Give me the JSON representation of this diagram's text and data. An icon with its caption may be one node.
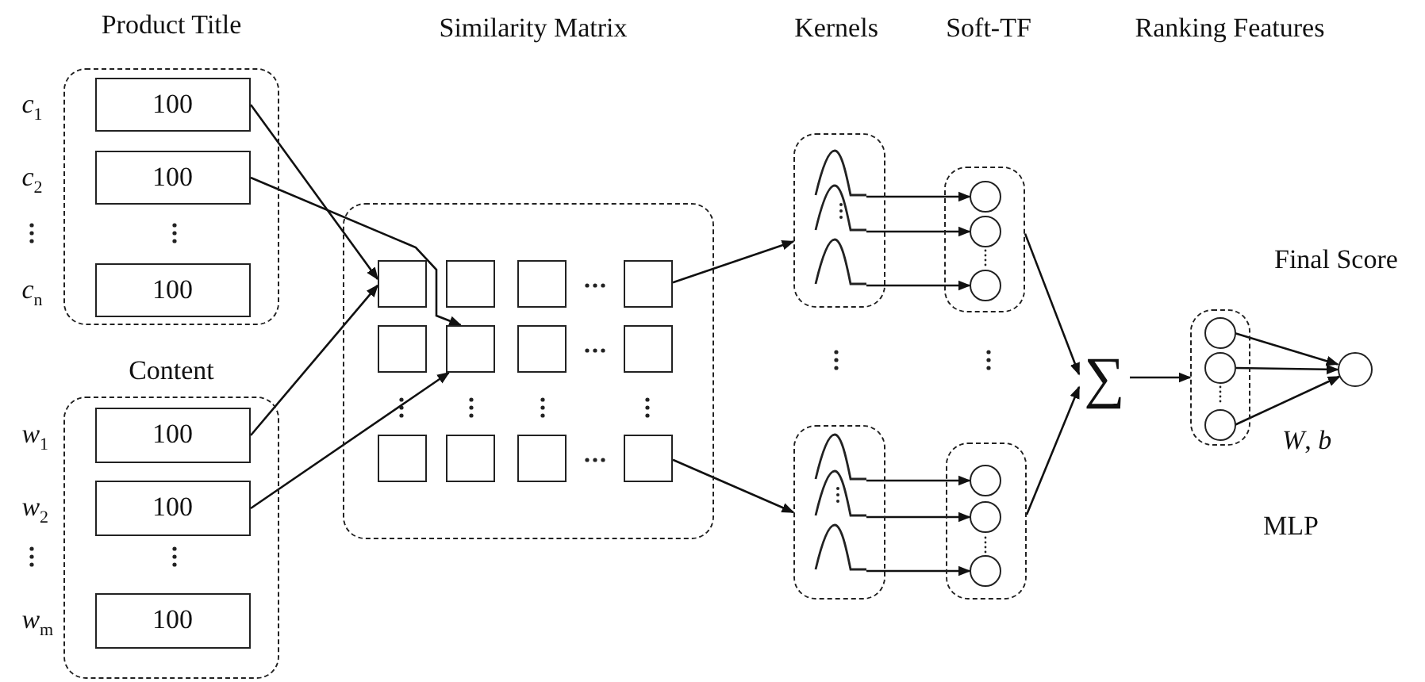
{
  "diagram": {
    "nodes": [
      {
        "text": [
          "Product Title"
        ]
      },
      {
        "text": [
          "100"
        ],
        "in": 0,
        "beside": [
          "*c*$_{1}$"
        ]
      },
      {
        "text": [
          "100"
        ],
        "in": 0,
        "beside": [
          "*c*$_{2}$"
        ]
      },
      {
        "text": [
          "100"
        ],
        "in": 0,
        "beside": [
          "*c*$_{n}$"
        ]
      },
      {
        "text": [
          "Content"
        ]
      },
      {
        "text": [
          "100"
        ],
        "in": 4,
        "beside": [
          "*w*$_{1}$"
        ]
      },
      {
        "text": [
          "100"
        ],
        "in": 4,
        "beside": [
          "*w*$_{2}$"
        ]
      },
      {
        "text": [
          "100"
        ],
        "in": 4,
        "beside": [
          "*w*$_{m}$"
        ]
      },
      {
        "text": [],
        "shape": "box"
      },
      {
        "text": [],
        "shape": "box",
        "in": 8
      },
      {
        "text": [],
        "shape": "box",
        "in": 8
      },
      {
        "text": [],
        "shape": "box",
        "in": 8
      },
      {
        "text": [],
        "shape": "box",
        "in": 8
      },
      {
        "text": [],
        "shape": "box",
        "in": 8
      },
      {
        "text": [],
        "shape": "box",
        "in": 8
      },
      {
        "text": [],
        "shape": "box",
        "in": 8
      },
      {
        "text": [],
        "shape": "box",
        "in": 8
      },
      {
        "text": [],
        "shape": "box",
        "in": 8
      },
      {
        "text": [],
        "shape": "box",
        "in": 8
      },
      {
        "text": [],
        "shape": "box",
        "in": 8
      },
      {
        "text": [],
        "shape": "box",
        "in": 8
      },
      {
        "text": [],
        "shape": "box"
      },
      {
        "text": [],
        "shape": "curve",
        "in": 21
      },
      {
        "text": [],
        "shape": "curve",
        "in": 21
      },
      {
        "text": [],
        "shape": "curve",
        "in": 21
      },
      {
        "text": [],
        "shape": "box"
      },
      {
        "text": [],
        "shape": "circle",
        "in": 25
      },
      {
        "text": [],
        "shape": "circle",
        "in": 25
      },
      {
        "text": [],
        "shape": "circle",
        "in": 25
      },
      {
        "text": [],
        "shape": "box"
      },
      {
        "text": [],
        "shape": "curve",
        "in": 29
      },
      {
        "text": [],
        "shape": "curve",
        "in": 29
      },
      {
        "text": [],
        "shape": "curve",
        "in": 29
      },
      {
        "text": [],
        "shape": "box"
      },
      {
        "text": [],
        "shape": "circle",
        "in": 33
      },
      {
        "text": [],
        "shape": "circle",
        "in": 33
      },
      {
        "text": [],
        "shape": "circle",
        "in": 33
      },
      {
        "text": [
          "∑"
        ]
      },
      {
        "text": [],
        "shape": "box"
      },
      {
        "text": [],
        "shape": "circle",
        "in": 38
      },
      {
        "text": [],
        "shape": "circle",
        "in": 38
      },
      {
        "text": [],
        "shape": "circle",
        "in": 38
      },
      {
        "text": [],
        "shape": "circle",
        "beside": [
          "Final Score"
        ]
      }
    ],
    "edges": [
      {
        "from": 1,
        "to": 9,
        "arrow": "to"
      },
      {
        "from": 2,
        "to": 14,
        "arrow": "to"
      },
      {
        "from": 5,
        "to": 9,
        "arrow": "to"
      },
      {
        "from": 6,
        "to": 14,
        "arrow": "to"
      },
      {
        "from": 12,
        "to": 21,
        "arrow": "to"
      },
      {
        "from": 20,
        "to": 29,
        "arrow": "to"
      },
      {
        "from": 22,
        "to": 26,
        "arrow": "to"
      },
      {
        "from": 23,
        "to": 27,
        "arrow": "to"
      },
      {
        "from": 24,
        "to": 28,
        "arrow": "to"
      },
      {
        "from": 30,
        "to": 34,
        "arrow": "to"
      },
      {
        "from": 31,
        "to": 35,
        "arrow": "to"
      },
      {
        "from": 32,
        "to": 36,
        "arrow": "to"
      },
      {
        "from": 25,
        "to": 37,
        "arrow": "to"
      },
      {
        "from": 33,
        "to": 37,
        "arrow": "to"
      },
      {
        "from": 37,
        "to": 38,
        "arrow": "to"
      },
      {
        "from": 39,
        "to": 42,
        "arrow": "to"
      },
      {
        "from": 40,
        "to": 42,
        "arrow": "to"
      },
      {
        "from": 41,
        "to": 42,
        "arrow": "to"
      }
    ],
    "labels": [
      "Similarity Matrix",
      "Kernels",
      "Soft-TF",
      "Ranking Features",
      "*W*, *b*",
      "MLP"
    ]
  }
}
